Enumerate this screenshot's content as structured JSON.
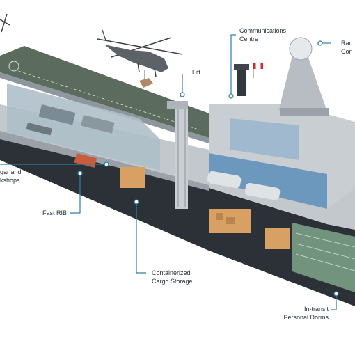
{
  "callouts": {
    "communications": {
      "line1": "Communications",
      "line2": "Centre"
    },
    "radar": {
      "line1": "Rad",
      "line2": "Con"
    },
    "lift": {
      "line1": "Lift"
    },
    "hangar": {
      "line1": "gar and",
      "line2": "kshops"
    },
    "fast_rib": {
      "line1": "Fast RIB"
    },
    "cargo": {
      "line1": "Containerized",
      "line2": "Cargo Storage"
    },
    "dorms": {
      "line1": "In-transit",
      "line2": "Personal Dorms"
    }
  },
  "colors": {
    "hull_dark": "#2c3137",
    "hull_light": "#d9dde1",
    "deck_green": "#5b6b5d",
    "superstructure": "#c9ced3",
    "cargo_orange": "#d8a062",
    "interior_blue": "#4d86b5",
    "callout_line": "#2f7fa8"
  },
  "icons": [
    "helicopter-icon",
    "radar-dome-icon",
    "flag-icon"
  ]
}
